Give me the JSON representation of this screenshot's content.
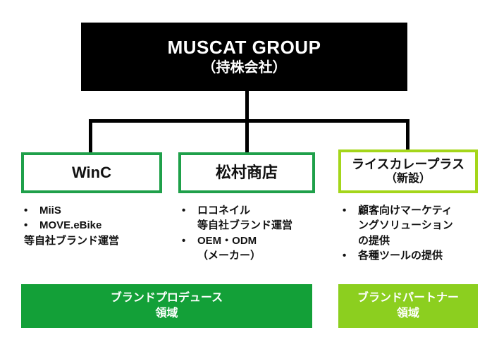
{
  "root": {
    "title": "MUSCAT GROUP",
    "subtitle": "（持株会社）"
  },
  "colors": {
    "root_bg": "#000000",
    "green_border": "#1FA04A",
    "lime_border": "#A4D61A",
    "green_banner": "#13A038",
    "lime_banner": "#8CCF1F",
    "connector": "#000000",
    "text": "#111111"
  },
  "units": [
    {
      "name": "WinC",
      "subtitle": "",
      "border_color": "#1FA04A",
      "bullet_symbol": "•",
      "items": [
        {
          "type": "bullet",
          "text": "MiiS"
        },
        {
          "type": "bullet",
          "text": "MOVE.eBike"
        },
        {
          "type": "plain",
          "text": "等自社ブランド運営"
        }
      ]
    },
    {
      "name": "松村商店",
      "subtitle": "",
      "border_color": "#1FA04A",
      "bullet_symbol": "•",
      "items": [
        {
          "type": "bullet",
          "text": "ロコネイル"
        },
        {
          "type": "cont",
          "text": "等自社ブランド運営"
        },
        {
          "type": "bullet",
          "text": "OEM・ODM"
        },
        {
          "type": "cont",
          "text": "（メーカー）"
        }
      ]
    },
    {
      "name": "ライスカレープラス",
      "subtitle": "（新設）",
      "border_color": "#A4D61A",
      "bullet_symbol": "•",
      "items": [
        {
          "type": "bullet",
          "text": "顧客向けマーケティ"
        },
        {
          "type": "cont",
          "text": "ングソリューション"
        },
        {
          "type": "cont",
          "text": "の提供"
        },
        {
          "type": "bullet",
          "text": "各種ツールの提供"
        }
      ]
    }
  ],
  "banners": [
    {
      "line1": "ブランドプロデュース",
      "line2": "領域",
      "color": "#13A038"
    },
    {
      "line1": "ブランドパートナー",
      "line2": "領域",
      "color": "#8CCF1F"
    }
  ]
}
